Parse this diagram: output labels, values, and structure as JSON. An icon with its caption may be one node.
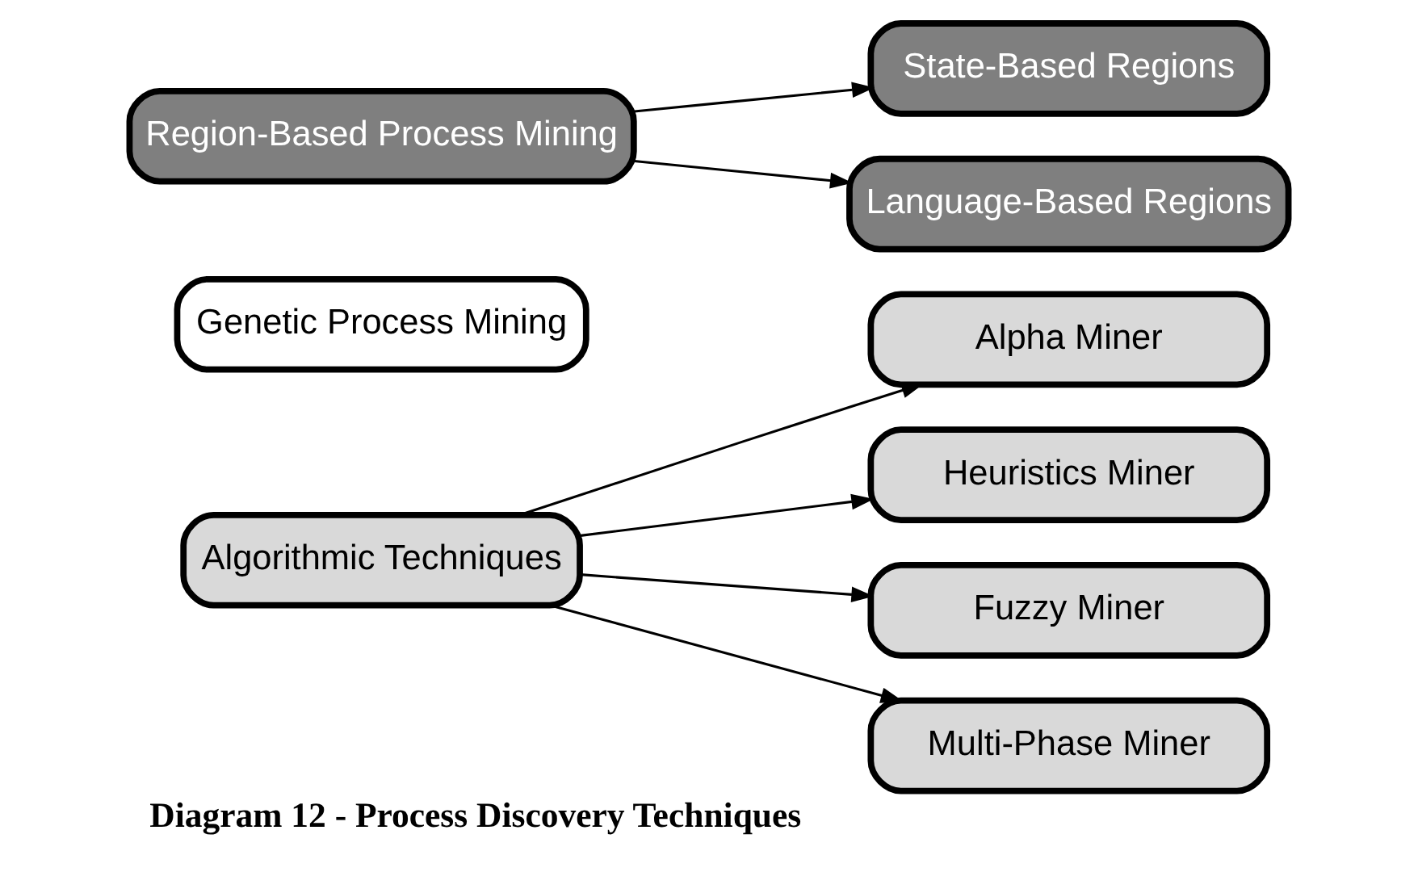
{
  "diagram": {
    "caption": "Diagram 12 - Process Discovery Techniques",
    "nodes": [
      {
        "text": [
          "Algorithmic Techniques"
        ]
      },
      {
        "text": [
          "Alpha Miner"
        ]
      },
      {
        "text": [
          "Heuristics Miner"
        ]
      },
      {
        "text": [
          "Fuzzy Miner"
        ]
      },
      {
        "text": [
          "Multi-Phase Miner"
        ]
      },
      {
        "text": [
          "Genetic Process Mining"
        ]
      },
      {
        "text": [
          "Region-Based Process Mining"
        ]
      },
      {
        "text": [
          "State-Based Regions"
        ]
      },
      {
        "text": [
          "Language-Based Regions"
        ]
      }
    ],
    "edges": [
      {
        "from": 0,
        "to": 1,
        "arrow": "to"
      },
      {
        "from": 0,
        "to": 2,
        "arrow": "to"
      },
      {
        "from": 0,
        "to": 3,
        "arrow": "to"
      },
      {
        "from": 0,
        "to": 4,
        "arrow": "to"
      },
      {
        "from": 6,
        "to": 7,
        "arrow": "to"
      },
      {
        "from": 6,
        "to": 8,
        "arrow": "to"
      }
    ]
  }
}
